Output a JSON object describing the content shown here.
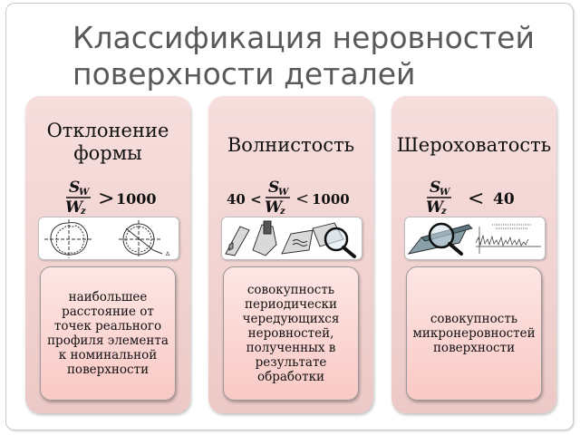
{
  "title": "Классификация неровностей поверхности деталей",
  "columns": [
    {
      "heading": "Отклонение формы",
      "formula": {
        "left": "",
        "numerator": "S",
        "numerator_sub": "W",
        "denominator": "W",
        "denominator_sub": "z",
        "operator": ">",
        "right": "1000"
      },
      "image_icon": "form-deviation-drawing",
      "definition": "наибольшее расстояние от точек реального профиля элемента к номинальной поверхности"
    },
    {
      "heading": "Волнистость",
      "formula": {
        "left": "40 <",
        "numerator": "S",
        "numerator_sub": "W",
        "denominator": "W",
        "denominator_sub": "z",
        "operator": "<",
        "right": "1000"
      },
      "image_icon": "waviness-parts-magnifier",
      "definition": "совокупность периодически чередующихся неровностей, полученных в результате обработки"
    },
    {
      "heading": "Шероховатость",
      "formula": {
        "left": "",
        "numerator": "S",
        "numerator_sub": "W",
        "denominator": "W",
        "denominator_sub": "z",
        "operator": "<",
        "right": "40"
      },
      "image_icon": "roughness-profile-magnifier",
      "definition": "совокупность микронеровностей поверхности"
    }
  ]
}
